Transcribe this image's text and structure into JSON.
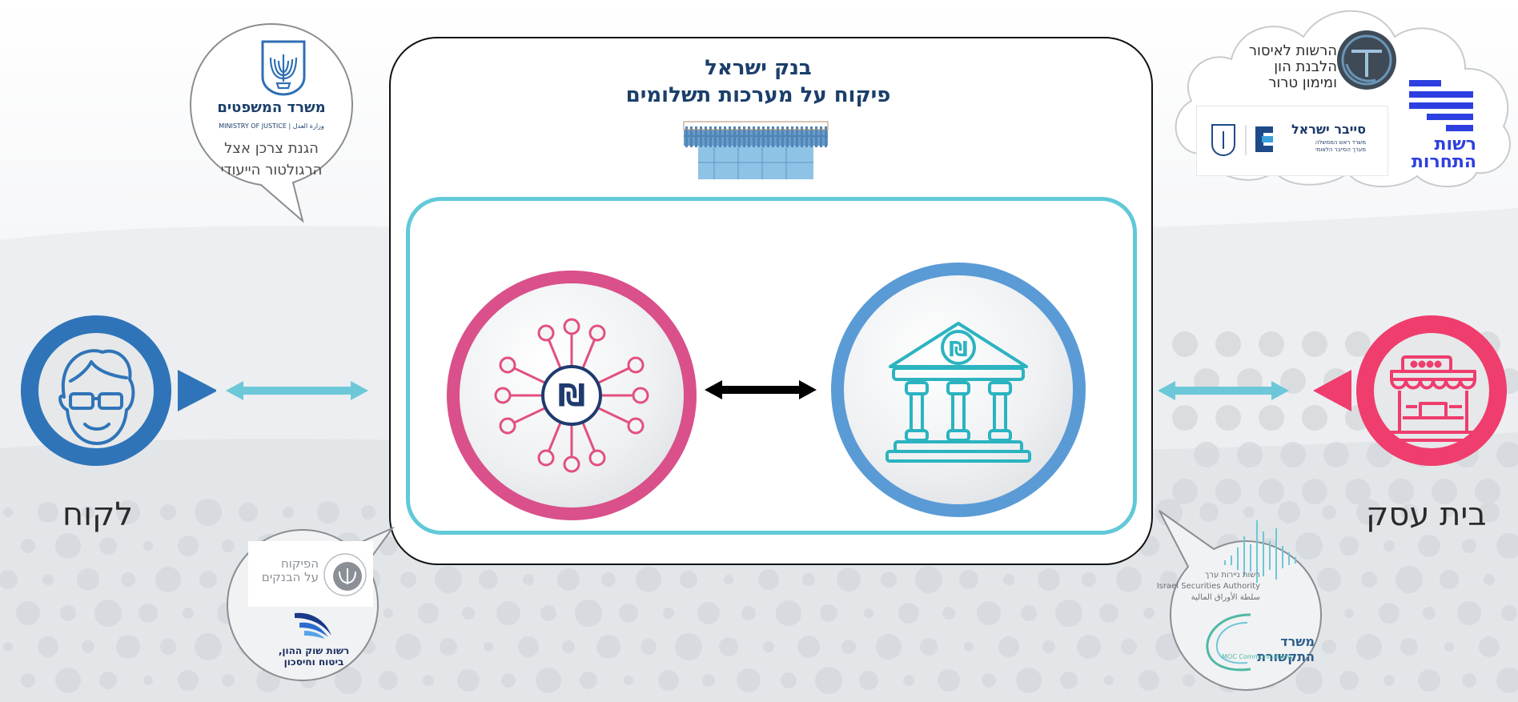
{
  "central": {
    "title_line1": "בנק ישראל",
    "title_line2": "פיקוח על מערכות תשלומים"
  },
  "nodes": {
    "customer_label": "לקוח",
    "business_label": "בית עסק"
  },
  "justice_bubble": {
    "ministry_name": "משרד המשפטים",
    "ministry_en": "MINISTRY OF JUSTICE | وزارة العدل",
    "caption_line1": "הגנת צרכן אצל",
    "caption_line2": "הרגולטור הייעודי"
  },
  "banks_bubble": {
    "banks_line1": "הפיקוח",
    "banks_line2": "על הבנקים",
    "capital_line1": "רשות שוק ההון,",
    "capital_line2": "ביטוח וחיסכון"
  },
  "cloud": {
    "aml_line1": "הרשות לאיסור",
    "aml_line2": "הלבנת הון",
    "aml_line3": "ומימון טרור",
    "cyber_name": "סייבר ישראל",
    "cyber_sub1": "משרד ראש הממשלה",
    "cyber_sub2": "מערך הסייבר הלאומי",
    "competition_line1": "רשות",
    "competition_line2": "התחרות"
  },
  "securities_bubble": {
    "isa_he": "רשות ניירות ערך",
    "isa_en": "Israel Securities Authority",
    "isa_ar": "سلطة الأوراق المالية",
    "moc_he": "משרד התקשורת",
    "moc_en": "MOC Communications"
  },
  "colors": {
    "navy": "#1b3f6b",
    "customer_blue": "#2f74b8",
    "business_pink": "#ef3d6d",
    "payments_magenta": "#d9508a",
    "bank_blue": "#5a9bd6",
    "teal": "#61c9d8"
  }
}
